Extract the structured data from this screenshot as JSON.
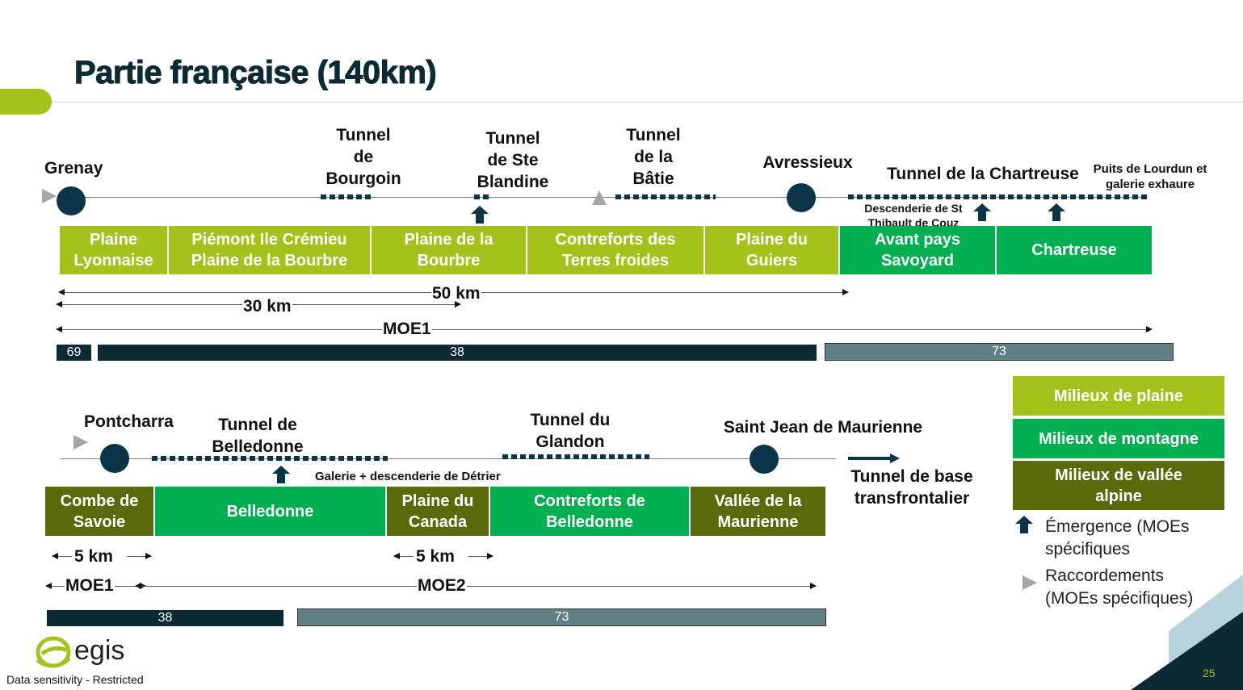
{
  "title": "Partie française (140km)",
  "colors": {
    "plaine": "#a4c21c",
    "montagne": "#00b050",
    "vallee": "#5a6a0a",
    "station": "#0b3446"
  },
  "top": {
    "places": {
      "grenay": "Grenay",
      "tunnel_bourgoin": [
        "Tunnel",
        "de",
        "Bourgoin"
      ],
      "tunnel_blandine": [
        "Tunnel",
        "de Ste",
        "Blandine"
      ],
      "tunnel_batie": [
        "Tunnel",
        "de la",
        "Bâtie"
      ],
      "avressieux": "Avressieux",
      "tunnel_chartreuse": "Tunnel de la Chartreuse",
      "puits": [
        "Puits de Lourdun et",
        "galerie exhaure"
      ],
      "descenderie": [
        "Descenderie de St",
        "Thibault de Couz"
      ]
    },
    "segments": [
      [
        "Plaine",
        "Lyonnaise"
      ],
      [
        "Piémont Ile Crémieu",
        "Plaine de la Bourbre"
      ],
      [
        "Plaine de la",
        "Bourbre"
      ],
      [
        "Contreforts des",
        "Terres froides"
      ],
      [
        "Plaine du",
        "Guiers"
      ],
      [
        "Avant pays",
        "Savoyard"
      ],
      [
        "Chartreuse"
      ]
    ],
    "dist_50": "50 km",
    "dist_30": "30 km",
    "moe1": "MOE1",
    "bars": [
      "69",
      "38",
      "73"
    ]
  },
  "bottom": {
    "places": {
      "pontcharra": "Pontcharra",
      "tunnel_belledonne": [
        "Tunnel de",
        "Belledonne"
      ],
      "tunnel_glandon": [
        "Tunnel du",
        "Glandon"
      ],
      "saint_jean": "Saint Jean de Maurienne",
      "galerie": "Galerie + descenderie de Détrier",
      "tunnel_base": [
        "Tunnel de base",
        "transfrontalier"
      ]
    },
    "segments": [
      [
        "Combe de",
        "Savoie"
      ],
      [
        "Belledonne"
      ],
      [
        "Plaine du",
        "Canada"
      ],
      [
        "Contreforts de",
        "Belledonne"
      ],
      [
        "Vallée de la",
        "Maurienne"
      ]
    ],
    "dist_5a": "5 km",
    "dist_5b": "5 km",
    "moe1": "MOE1",
    "moe2": "MOE2",
    "bars": [
      "38",
      "73"
    ]
  },
  "legend": {
    "plaine": "Milieux de plaine",
    "montagne": "Milieux de montagne",
    "vallee": [
      "Milieux de vallée",
      "alpine"
    ],
    "emergence": [
      "Émergence (MOEs",
      "spécifiques"
    ],
    "raccordements": [
      "Raccordements",
      "(MOEs spécifiques)"
    ]
  },
  "footer": {
    "logo": "egis",
    "sensitivity": "Data sensitivity - Restricted",
    "page": "25"
  }
}
